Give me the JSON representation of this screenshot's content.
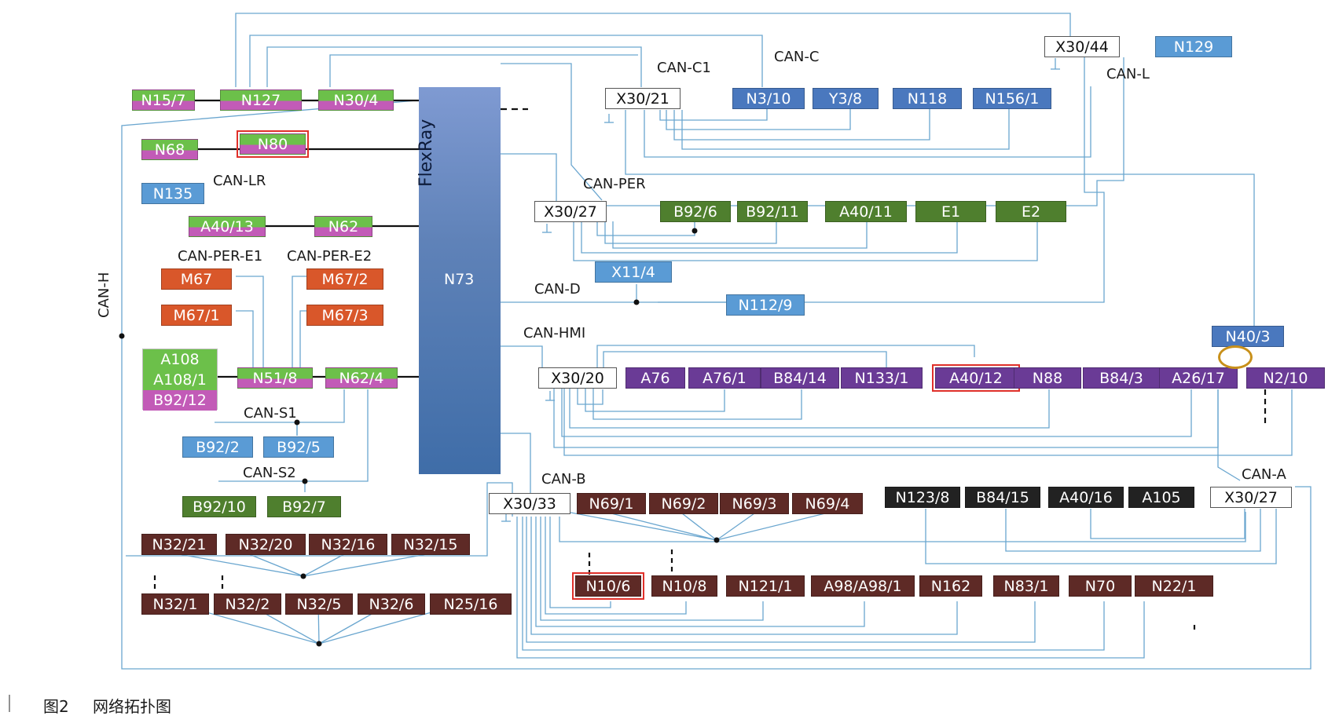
{
  "colors": {
    "green": "#6cc04a",
    "green_magenta": "#c25bb7",
    "blue": "#5a9bd5",
    "steel": "#4a78be",
    "dark_green": "#4f7f2e",
    "orange": "#d9572a",
    "purple": "#6a3b96",
    "maroon": "#5e2a26",
    "dark": "#222222",
    "white_node": "#ffffff",
    "flexray": "#5f82b8",
    "highlight": "#e0302a"
  },
  "bus_labels": {
    "can_c1": "CAN-C1",
    "can_c": "CAN-C",
    "can_l": "CAN-L",
    "can_lr": "CAN-LR",
    "can_per": "CAN-PER",
    "can_per_e1": "CAN-PER-E1",
    "can_per_e2": "CAN-PER-E2",
    "can_h": "CAN-H",
    "can_d": "CAN-D",
    "can_hmi": "CAN-HMI",
    "can_s1": "CAN-S1",
    "can_s2": "CAN-S2",
    "can_b": "CAN-B",
    "can_a": "CAN-A"
  },
  "flexray": {
    "label": "FlexRay",
    "gateway": "N73"
  },
  "stack": {
    "top": "A108",
    "middle": "A108/1",
    "bottom": "B92/12"
  },
  "nodes": [
    {
      "id": "N15/7",
      "color": "green_split"
    },
    {
      "id": "N127",
      "color": "green_split"
    },
    {
      "id": "N30/4",
      "color": "green_split"
    },
    {
      "id": "N68",
      "color": "green_split"
    },
    {
      "id": "N80",
      "color": "green_split"
    },
    {
      "id": "N135",
      "color": "blue"
    },
    {
      "id": "A40/13",
      "color": "green_split"
    },
    {
      "id": "N62",
      "color": "green_split"
    },
    {
      "id": "M67",
      "color": "orange"
    },
    {
      "id": "M67/2",
      "color": "orange"
    },
    {
      "id": "M67/1",
      "color": "orange"
    },
    {
      "id": "M67/3",
      "color": "orange"
    },
    {
      "id": "N51/8",
      "color": "green_split"
    },
    {
      "id": "N62/4",
      "color": "green_split"
    },
    {
      "id": "B92/2",
      "color": "blue"
    },
    {
      "id": "B92/5",
      "color": "blue"
    },
    {
      "id": "B92/10",
      "color": "dark_green"
    },
    {
      "id": "B92/7",
      "color": "dark_green"
    },
    {
      "id": "N32/21",
      "color": "maroon"
    },
    {
      "id": "N32/20",
      "color": "maroon"
    },
    {
      "id": "N32/16",
      "color": "maroon"
    },
    {
      "id": "N32/15",
      "color": "maroon"
    },
    {
      "id": "N32/1",
      "color": "maroon"
    },
    {
      "id": "N32/2",
      "color": "maroon"
    },
    {
      "id": "N32/5",
      "color": "maroon"
    },
    {
      "id": "N32/6",
      "color": "maroon"
    },
    {
      "id": "N25/16",
      "color": "maroon"
    },
    {
      "id": "X30/21",
      "color": "white"
    },
    {
      "id": "N3/10",
      "color": "steel"
    },
    {
      "id": "Y3/8",
      "color": "steel"
    },
    {
      "id": "N118",
      "color": "steel"
    },
    {
      "id": "N156/1",
      "color": "steel"
    },
    {
      "id": "X30/44",
      "color": "white"
    },
    {
      "id": "N129",
      "color": "blue"
    },
    {
      "id": "X30/27",
      "color": "white"
    },
    {
      "id": "B92/6",
      "color": "dark_green"
    },
    {
      "id": "B92/11",
      "color": "dark_green"
    },
    {
      "id": "A40/11",
      "color": "dark_green"
    },
    {
      "id": "E1",
      "color": "dark_green"
    },
    {
      "id": "E2",
      "color": "dark_green"
    },
    {
      "id": "X11/4",
      "color": "blue"
    },
    {
      "id": "N112/9",
      "color": "blue"
    },
    {
      "id": "N40/3",
      "color": "steel"
    },
    {
      "id": "X30/20",
      "color": "white"
    },
    {
      "id": "A76",
      "color": "purple"
    },
    {
      "id": "A76/1",
      "color": "purple"
    },
    {
      "id": "B84/14",
      "color": "purple"
    },
    {
      "id": "N133/1",
      "color": "purple"
    },
    {
      "id": "A40/12",
      "color": "purple"
    },
    {
      "id": "N88",
      "color": "purple"
    },
    {
      "id": "B84/3",
      "color": "purple"
    },
    {
      "id": "A26/17",
      "color": "purple"
    },
    {
      "id": "N2/10",
      "color": "purple"
    },
    {
      "id": "X30/33",
      "color": "white"
    },
    {
      "id": "N69/1",
      "color": "maroon"
    },
    {
      "id": "N69/2",
      "color": "maroon"
    },
    {
      "id": "N69/3",
      "color": "maroon"
    },
    {
      "id": "N69/4",
      "color": "maroon"
    },
    {
      "id": "N123/8",
      "color": "dark"
    },
    {
      "id": "B84/15",
      "color": "dark"
    },
    {
      "id": "A40/16",
      "color": "dark"
    },
    {
      "id": "A105",
      "color": "dark"
    },
    {
      "id": "X30/27",
      "color": "white"
    },
    {
      "id": "N10/6",
      "color": "maroon"
    },
    {
      "id": "N10/8",
      "color": "maroon"
    },
    {
      "id": "N121/1",
      "color": "maroon"
    },
    {
      "id": "A98/A98/1",
      "color": "maroon"
    },
    {
      "id": "N162",
      "color": "maroon"
    },
    {
      "id": "N83/1",
      "color": "maroon"
    },
    {
      "id": "N70",
      "color": "maroon"
    },
    {
      "id": "N22/1",
      "color": "maroon"
    }
  ],
  "caption": {
    "figure": "图2",
    "title": "网络拓扑图"
  }
}
